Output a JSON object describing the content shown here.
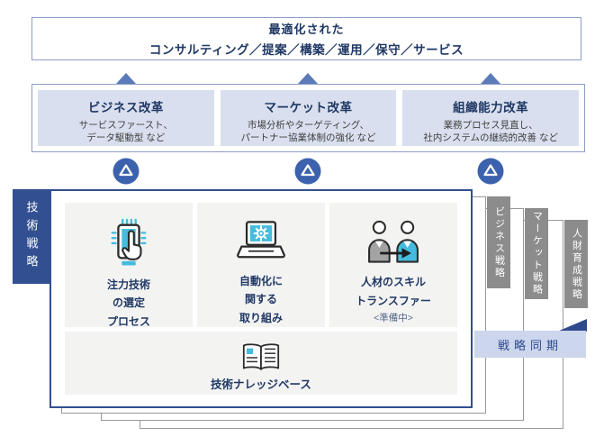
{
  "top_banner": {
    "line1": "最適化された",
    "line2": "コンサルティング／提案／構築／運用／保守／サービス"
  },
  "reforms": [
    {
      "title": "ビジネス改革",
      "desc1": "サービスファースト、",
      "desc2": "データ駆動型 など"
    },
    {
      "title": "マーケット改革",
      "desc1": "市場分析やターゲティング、",
      "desc2": "パートナー協業体制の強化 など"
    },
    {
      "title": "組織能力改革",
      "desc1": "業務プロセス見直し、",
      "desc2": "社内システムの継続的改善 など"
    }
  ],
  "tech_strategy": {
    "tab_label": "技術戦略",
    "cards": [
      {
        "icon": "smartphone-tap-icon",
        "line1": "注力技術",
        "line2": "の選定",
        "line3": "プロセス"
      },
      {
        "icon": "laptop-gear-icon",
        "line1": "自動化に",
        "line2": "関する",
        "line3": "取り組み"
      },
      {
        "icon": "skill-transfer-icon",
        "line1": "人材のスキル",
        "line2": "トランスファー",
        "note": "<準備中>"
      }
    ],
    "knowledge_card": {
      "icon": "knowledge-book-icon",
      "label": "技術ナレッジベース"
    }
  },
  "side_tabs": [
    {
      "label": "ビジネス戦略"
    },
    {
      "label": "マーケット戦略"
    },
    {
      "label": "人財育成戦略"
    }
  ],
  "sync_band": {
    "label": "戦略同期"
  },
  "colors": {
    "navy_text": "#1f3864",
    "panel_navy": "#324f92",
    "border_blue": "#8b9dc9",
    "lavender_box": "#d9dfee",
    "accent_teal": "#45bcdd",
    "tab_gray": "#8c8c8c",
    "page_border": "#999999",
    "card_bg": "#f3f3f2",
    "band_bg": "#ccd6ec",
    "circle_blue": "#3c62ae",
    "triangle_blue": "#5b7ab8"
  }
}
